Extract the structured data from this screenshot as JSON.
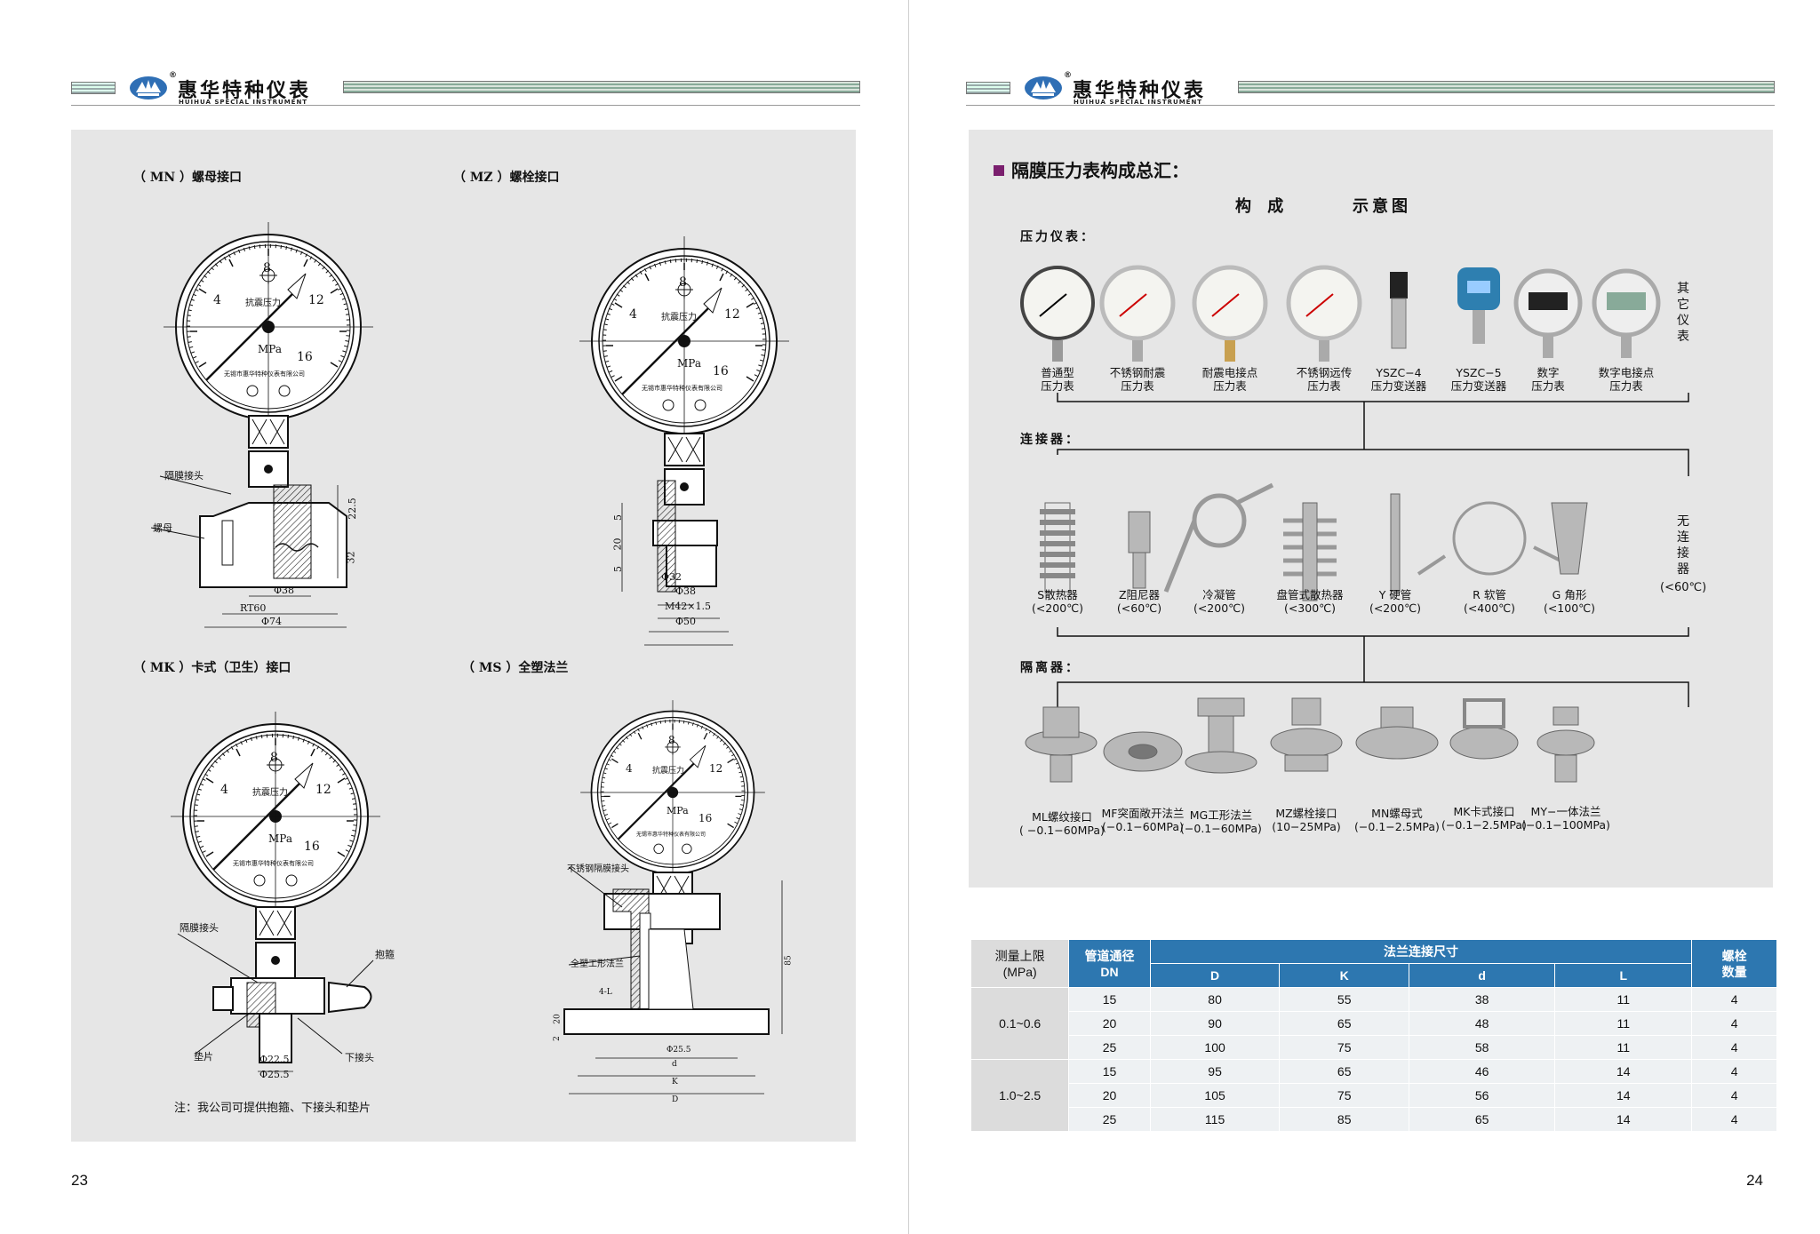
{
  "brand": {
    "name": "惠华特种仪表",
    "sub": "HUIHUA SPECIAL INSTRUMENT",
    "mark": "®"
  },
  "left": {
    "page_no": "23",
    "d1": {
      "title": "（ MN ）螺母接口",
      "l1": "隔膜接头",
      "l2": "螺母",
      "dim1": "22.5",
      "dim2": "32",
      "dim3": "Φ38",
      "dim4": "RT60",
      "dim5": "Φ74"
    },
    "d2": {
      "title": "（ MZ ）螺栓接口",
      "dim1": "5",
      "dim2": "20",
      "dim3": "5",
      "dim4": "Φ32",
      "dim5": "Φ38",
      "dim6": "M42×1.5",
      "dim7": "Φ50"
    },
    "d3": {
      "title": "（ MK ）卡式（卫生）接口",
      "l1": "隔膜接头",
      "l2": "抱箍",
      "l3": "垫片",
      "l4": "下接头",
      "dim1": "Φ22.5",
      "dim2": "Φ25.5"
    },
    "d4": {
      "title": "（ MS ）全塑法兰",
      "l1": "不锈钢隔膜接头",
      "l2": "全塑工形法兰",
      "dim1": "4-L",
      "dim2": "20",
      "dim3": "2",
      "dim4": "85",
      "dim5": "Φ25.5",
      "dim6": "d",
      "dim7": "K",
      "dim8": "D"
    },
    "gauge": {
      "n8": "8",
      "n4": "4",
      "n12": "12",
      "n16": "16",
      "unit": "MPa",
      "center": "抗震压力",
      "maker": "无锡市惠华特种仪表有限公司"
    },
    "note": "注：我公司可提供抱箍、下接头和垫片"
  },
  "right": {
    "page_no": "24",
    "title": "隔膜压力表构成总汇：",
    "col1": "构 成",
    "col2": "示意图",
    "sec1": "压力仪表：",
    "sec2": "连接器：",
    "sec3": "隔离器：",
    "side1": [
      "其",
      "它",
      "仪",
      "表"
    ],
    "side2": [
      "无",
      "连",
      "接",
      "器"
    ],
    "side2b": "(<60℃)",
    "instruments": [
      {
        "l1": "普通型",
        "l2": "压力表"
      },
      {
        "l1": "不锈钢耐震",
        "l2": "压力表"
      },
      {
        "l1": "耐震电接点",
        "l2": "压力表"
      },
      {
        "l1": "不锈钢远传",
        "l2": "压力表"
      },
      {
        "l1": "YSZC−4",
        "l2": "压力变送器"
      },
      {
        "l1": "YSZC−5",
        "l2": "压力变送器"
      },
      {
        "l1": "数字",
        "l2": "压力表"
      },
      {
        "l1": "数字电接点",
        "l2": "压力表"
      }
    ],
    "connectors": [
      {
        "l1": "S散热器",
        "l2": "(<200℃)"
      },
      {
        "l1": "Z阻尼器",
        "l2": "(<60℃)"
      },
      {
        "l1": "冷凝管",
        "l2": "(<200℃)"
      },
      {
        "l1": "盘管式散热器",
        "l2": "(<300℃)"
      },
      {
        "l1": "Y 硬管",
        "l2": "(<200℃)"
      },
      {
        "l1": "R 软管",
        "l2": "(<400℃)"
      },
      {
        "l1": "G 角形",
        "l2": "(<100℃)"
      }
    ],
    "isolators": [
      {
        "l1": "ML螺纹接口",
        "l2": "( −0.1−60MPa)"
      },
      {
        "l1": "MF突面敞开法兰",
        "l2": "(−0.1−60MPa)"
      },
      {
        "l1": "MG工形法兰",
        "l2": "(−0.1−60MPa)"
      },
      {
        "l1": "MZ螺栓接口",
        "l2": "(10−25MPa)"
      },
      {
        "l1": "MN螺母式",
        "l2": "(−0.1−2.5MPa)"
      },
      {
        "l1": "MK卡式接口",
        "l2": "(−0.1−2.5MPa)"
      },
      {
        "l1": "MY−一体法兰",
        "l2": "(−0.1−100MPa)"
      }
    ],
    "table": {
      "h_range": "测量上限",
      "h_range2": "(MPa)",
      "h_dn": "管道通径",
      "h_dn2": "DN",
      "h_flange": "法兰连接尺寸",
      "h_d": "D",
      "h_k": "K",
      "h_dd": "d",
      "h_l": "L",
      "h_bolt": "螺栓",
      "h_bolt2": "数量",
      "g1": "0.1~0.6",
      "g2": "1.0~2.5",
      "rows": [
        [
          "15",
          "80",
          "55",
          "38",
          "11",
          "4"
        ],
        [
          "20",
          "90",
          "65",
          "48",
          "11",
          "4"
        ],
        [
          "25",
          "100",
          "75",
          "58",
          "11",
          "4"
        ],
        [
          "15",
          "95",
          "65",
          "46",
          "14",
          "4"
        ],
        [
          "20",
          "105",
          "75",
          "56",
          "14",
          "4"
        ],
        [
          "25",
          "115",
          "85",
          "65",
          "14",
          "4"
        ]
      ]
    }
  },
  "colors": {
    "panel": "#e6e6e6",
    "table_header": "#2d77b0",
    "bullet": "#7a1f6e",
    "logo": "#2f6fb5"
  }
}
